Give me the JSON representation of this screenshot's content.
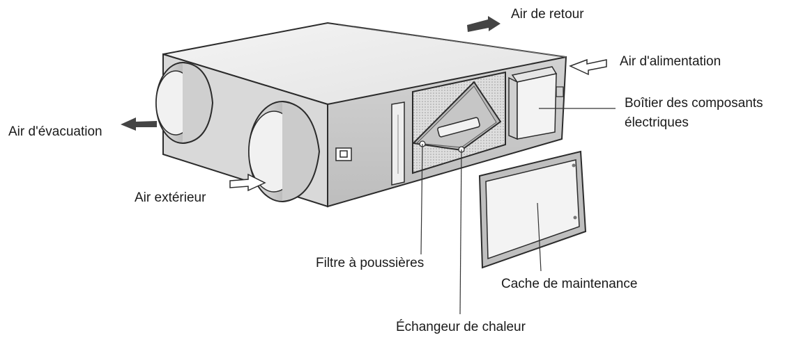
{
  "labels": {
    "return_air": "Air de retour",
    "supply_air": "Air d'alimentation",
    "exhaust_air": "Air d'évacuation",
    "outdoor_air": "Air extérieur",
    "electrical_box_line1": "Boîtier des composants",
    "electrical_box_line2": "électriques",
    "dust_filter": "Filtre à poussières",
    "maintenance_cover": "Cache de maintenance",
    "heat_exchanger": "Échangeur de chaleur"
  },
  "colors": {
    "outline": "#2b2b2b",
    "top_face": "#ececec",
    "front_face": "#c9c9c9",
    "side_face": "#dcdcdc",
    "filter_mesh": "#d6d6d6",
    "solid_arrow": "#444444"
  }
}
